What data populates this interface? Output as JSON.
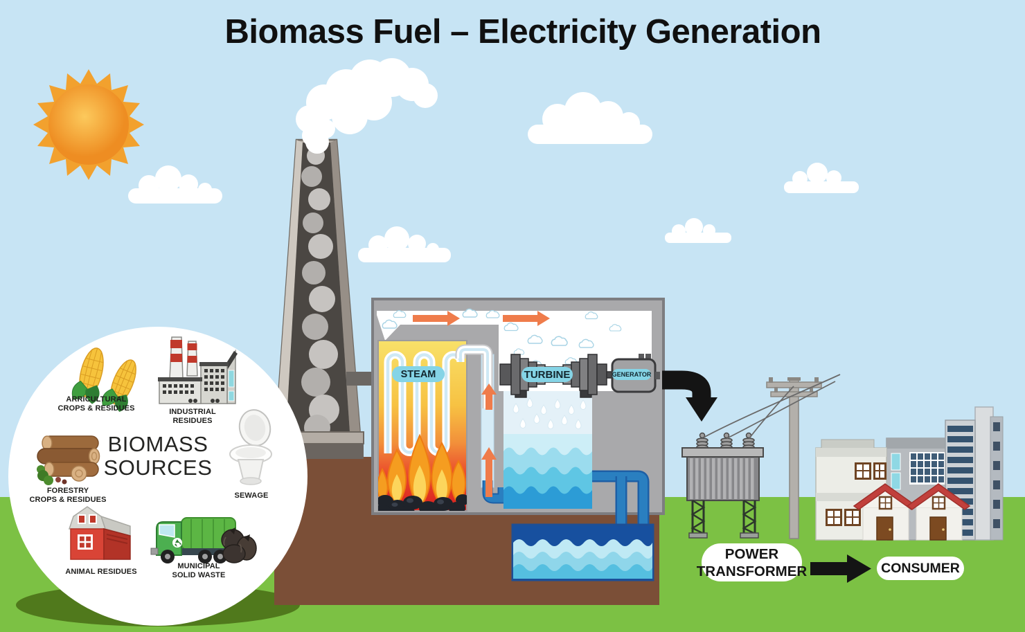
{
  "title": "Biomass Fuel – Electricity Generation",
  "biomass": {
    "heading": [
      "BIOMASS",
      "SOURCES"
    ],
    "items": [
      {
        "id": "agricultural",
        "line1": "ARRICULTURAL",
        "line2": "CROPS & RESIDUES"
      },
      {
        "id": "industrial",
        "line1": "INDUSTRIAL",
        "line2": "RESIDUES"
      },
      {
        "id": "forestry",
        "line1": "FORESTRY",
        "line2": "CROPS & RESIDUES"
      },
      {
        "id": "sewage",
        "line1": "SEWAGE",
        "line2": ""
      },
      {
        "id": "animal",
        "line1": "ANIMAL RESIDUES",
        "line2": ""
      },
      {
        "id": "municipal",
        "line1": "MUNICIPAL",
        "line2": "SOLID WASTE"
      }
    ]
  },
  "plant": {
    "steam": "STEAM",
    "turbine": "TURBINE",
    "generator": "GENERATOR"
  },
  "distribution": {
    "transformer_line1": "POWER",
    "transformer_line2": "TRANSFORMER",
    "consumer": "CONSUMER"
  },
  "colors": {
    "sky": "#c7e4f4",
    "grass": "#7cc144",
    "grass_shadow": "#50791c",
    "earth": "#7b4f37",
    "plant_wall": "#a9a9ab",
    "label_pill_cyan": "#85d4e6",
    "flow_arrow_orange": "#ef7c4b",
    "pipe_blue": "#2a7fc0",
    "water_dark": "#17509f",
    "sun_orange": "#f5a733",
    "arrow_black": "#141414",
    "boiler_fire_red": "#e63028",
    "house_roof_red": "#c1403c"
  }
}
